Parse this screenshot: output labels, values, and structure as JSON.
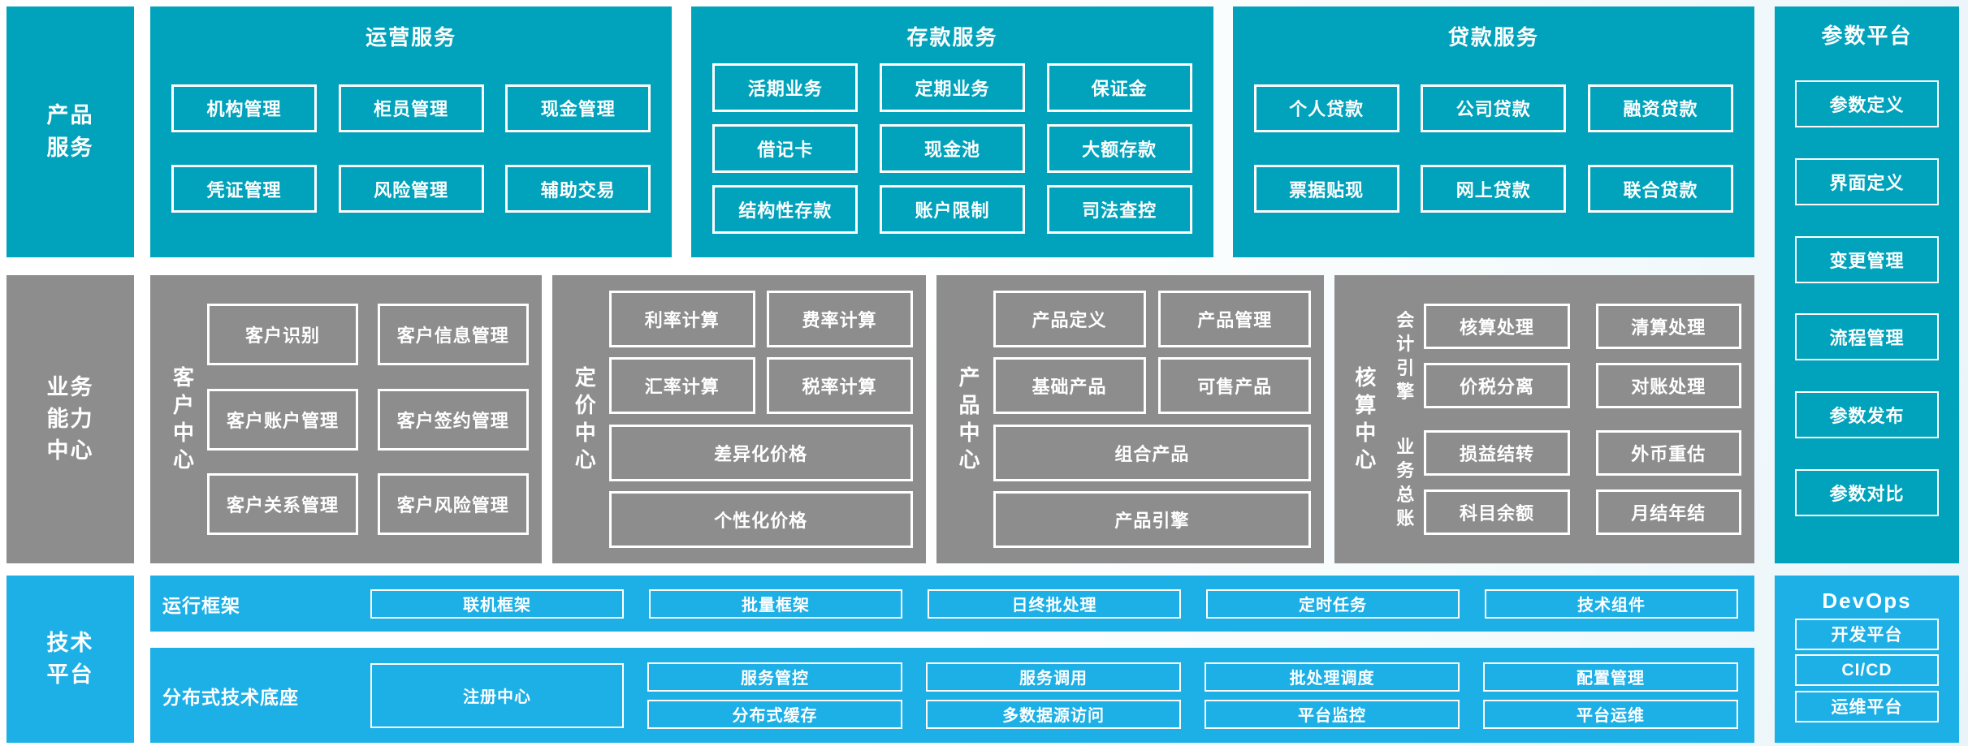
{
  "colors": {
    "teal": "#00a3bb",
    "gray": "#8d8d8d",
    "blue": "#1cb0e7",
    "text": "#ffffff"
  },
  "product_row": {
    "side": "产品\n服务",
    "operations": {
      "title": "运营服务",
      "boxes": [
        "机构管理",
        "柜员管理",
        "现金管理",
        "凭证管理",
        "风险管理",
        "辅助交易"
      ]
    },
    "deposit": {
      "title": "存款服务",
      "boxes": [
        "活期业务",
        "定期业务",
        "保证金",
        "借记卡",
        "现金池",
        "大额存款",
        "结构性存款",
        "账户限制",
        "司法查控"
      ]
    },
    "loan": {
      "title": "贷款服务",
      "boxes": [
        "个人贷款",
        "公司贷款",
        "融资贷款",
        "票据贴现",
        "网上贷款",
        "联合贷款"
      ]
    }
  },
  "capability_row": {
    "side": "业务\n能力\n中心",
    "customer": {
      "title": "客\n户\n中\n心",
      "boxes": [
        "客户识别",
        "客户信息管理",
        "客户账户管理",
        "客户签约管理",
        "客户关系管理",
        "客户风险管理"
      ]
    },
    "pricing": {
      "title": "定\n价\n中\n心",
      "boxes": [
        "利率计算",
        "费率计算",
        "汇率计算",
        "税率计算"
      ],
      "wide_boxes": [
        "差异化价格",
        "个性化价格"
      ]
    },
    "product": {
      "title": "产\n品\n中\n心",
      "boxes": [
        "产品定义",
        "产品管理",
        "基础产品",
        "可售产品"
      ],
      "wide_boxes": [
        "组合产品",
        "产品引擎"
      ]
    },
    "accounting": {
      "title": "核\n算\n中\n心",
      "groups": [
        {
          "label": "会\n计\n引\n擎",
          "boxes": [
            "核算处理",
            "清算处理",
            "价税分离",
            "对账处理"
          ]
        },
        {
          "label": "业\n务\n总\n账",
          "boxes": [
            "损益结转",
            "外币重估",
            "科目余额",
            "月结年结"
          ]
        }
      ]
    }
  },
  "tech_row": {
    "side": "技术\n平台",
    "runtime": {
      "label": "运行框架",
      "boxes": [
        "联机框架",
        "批量框架",
        "日终批处理",
        "定时任务",
        "技术组件"
      ]
    },
    "foundation": {
      "label": "分布式技术底座",
      "registry": "注册中心",
      "boxes": [
        "服务管控",
        "服务调用",
        "批处理调度",
        "配置管理",
        "分布式缓存",
        "多数据源访问",
        "平台监控",
        "平台运维"
      ]
    }
  },
  "param_platform": {
    "title": "参数平台",
    "boxes": [
      "参数定义",
      "界面定义",
      "变更管理",
      "流程管理",
      "参数发布",
      "参数对比"
    ]
  },
  "devops": {
    "title": "DevOps",
    "boxes": [
      "开发平台",
      "CI/CD",
      "运维平台"
    ]
  }
}
